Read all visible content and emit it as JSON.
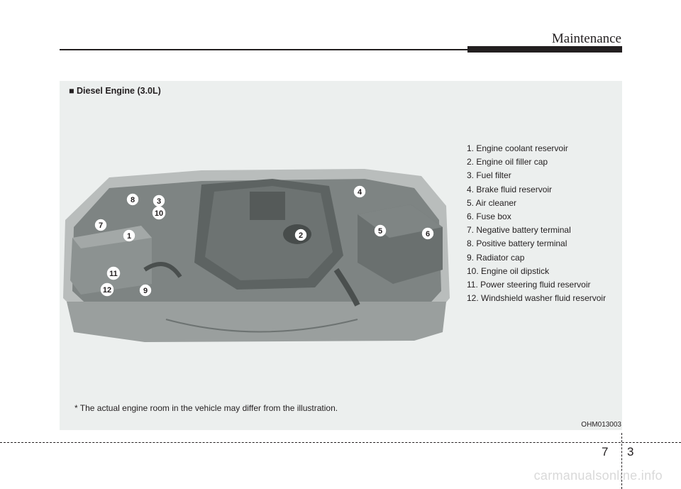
{
  "header": {
    "title": "Maintenance"
  },
  "section": {
    "title": "■ Diesel Engine (3.0L)"
  },
  "legend": [
    "1. Engine coolant reservoir",
    "2. Engine oil filler cap",
    "3. Fuel filter",
    "4. Brake fluid reservoir",
    "5. Air cleaner",
    "6. Fuse box",
    "7. Negative battery terminal",
    "8. Positive battery terminal",
    "9. Radiator cap",
    "10. Engine oil dipstick",
    "11. Power steering fluid reservoir",
    "12. Windshield washer fluid reservoir"
  ],
  "callouts": [
    "1",
    "2",
    "3",
    "4",
    "5",
    "6",
    "7",
    "8",
    "9",
    "10",
    "11",
    "12"
  ],
  "note": "* The actual engine room in the vehicle may differ from the illustration.",
  "figure_code": "OHM013003",
  "page": {
    "chapter": "7",
    "number": "3"
  },
  "watermark": "carmanualsonline.info"
}
